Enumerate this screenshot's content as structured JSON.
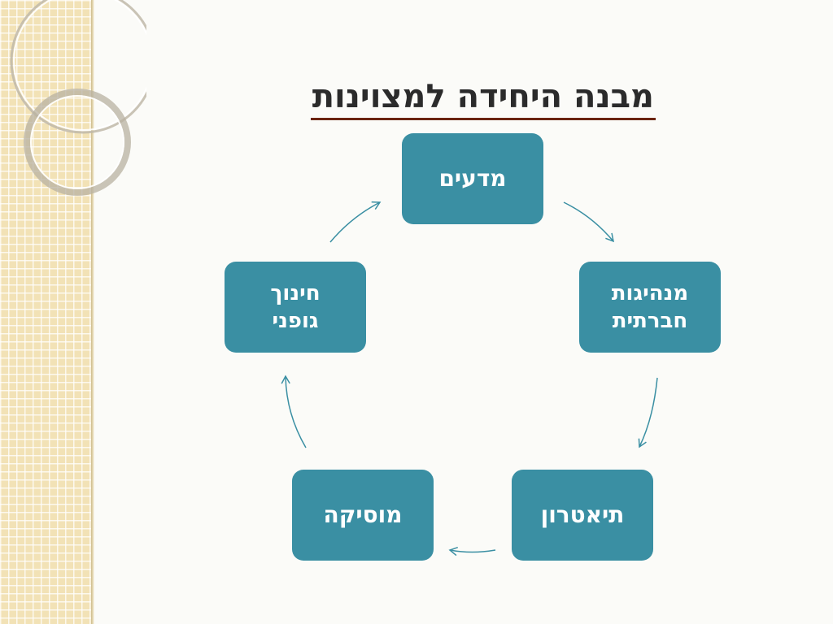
{
  "slide": {
    "title": "מבנה היחידה למצוינות"
  },
  "cycle": {
    "nodes": [
      {
        "id": "sciences",
        "label": "מדעים"
      },
      {
        "id": "social-leadership",
        "label": "מנהיגות\nחברתית"
      },
      {
        "id": "theater",
        "label": "תיאטרון"
      },
      {
        "id": "music",
        "label": "מוסיקה"
      },
      {
        "id": "physical-education",
        "label": "חינוך\nגופני"
      }
    ],
    "direction": "clockwise"
  },
  "colors": {
    "node_fill": "#3a8fa3",
    "node_text": "#ffffff",
    "arrow": "#3a8fa3",
    "title_underline": "#6b2410",
    "side_strip": "#f2e2b6"
  }
}
